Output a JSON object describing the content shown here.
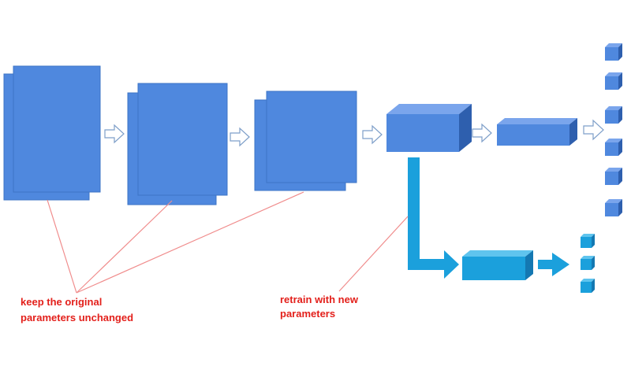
{
  "colors": {
    "block_face": "#4F88DE",
    "block_top": "#7AA5EC",
    "block_side": "#2E5FAE",
    "block_stroke": "#3D74C6",
    "branch_face": "#1BA0DC",
    "branch_top": "#5FC4EE",
    "branch_side": "#1478B2",
    "arrow_fill": "#FFFFFF",
    "arrow_stroke": "#7E9FC9",
    "pointer_line": "#F08C8C",
    "annotation_text": "#E3201B"
  },
  "annotations": {
    "frozen_line1": "keep the original",
    "frozen_line2": "parameters unchanged",
    "retrain_line1": "retrain with new",
    "retrain_line2": "parameters"
  }
}
